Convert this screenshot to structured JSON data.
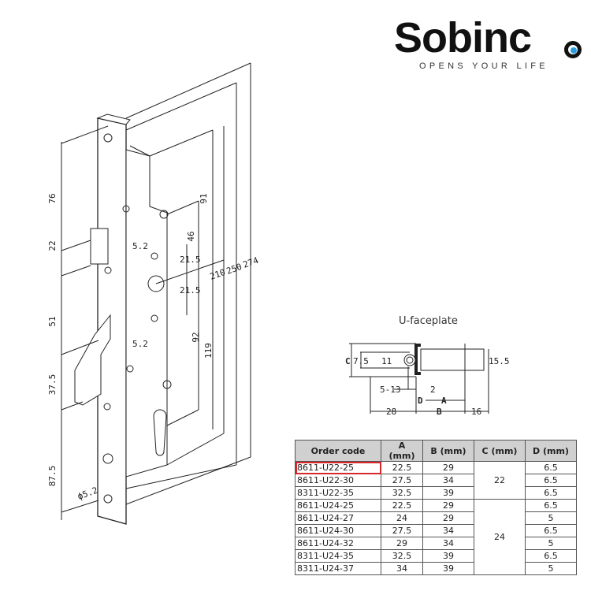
{
  "logo": {
    "word": "Sobinc",
    "tagline": "OPENS YOUR LIFE",
    "accent_color": "#2a9de0"
  },
  "drawing": {
    "left_dims": [
      "76",
      "22",
      "51",
      "37.5",
      "87.5",
      "ϕ5.2"
    ],
    "right_dims": [
      "91",
      "46",
      "5.2",
      "21.5",
      "21.5",
      "5.2",
      "92",
      "119",
      "210",
      "250",
      "274"
    ]
  },
  "ufaceplate": {
    "title": "U-faceplate",
    "dims": [
      "C",
      "7.5",
      "11",
      "15.5",
      "5-13",
      "2",
      "D",
      "A",
      "28",
      "B",
      "16"
    ]
  },
  "table": {
    "headers": [
      "Order code",
      "A (mm)",
      "B (mm)",
      "C (mm)",
      "D (mm)"
    ],
    "selected_row": 0,
    "selected_color": "#d9272e",
    "rows": [
      {
        "code": "8611-U22-25",
        "a": "22.5",
        "b": "29",
        "d": "6.5"
      },
      {
        "code": "8611-U22-30",
        "a": "27.5",
        "b": "34",
        "d": "6.5"
      },
      {
        "code": "8311-U22-35",
        "a": "32.5",
        "b": "39",
        "d": "6.5"
      },
      {
        "code": "8611-U24-25",
        "a": "22.5",
        "b": "29",
        "d": "6.5"
      },
      {
        "code": "8611-U24-27",
        "a": "24",
        "b": "29",
        "d": "5"
      },
      {
        "code": "8611-U24-30",
        "a": "27.5",
        "b": "34",
        "d": "6.5"
      },
      {
        "code": "8611-U24-32",
        "a": "29",
        "b": "34",
        "d": "5"
      },
      {
        "code": "8311-U24-35",
        "a": "32.5",
        "b": "39",
        "d": "6.5"
      },
      {
        "code": "8311-U24-37",
        "a": "34",
        "b": "39",
        "d": "5"
      }
    ],
    "c_groups": [
      {
        "value": "22",
        "span": 3
      },
      {
        "value": "24",
        "span": 6
      }
    ]
  }
}
